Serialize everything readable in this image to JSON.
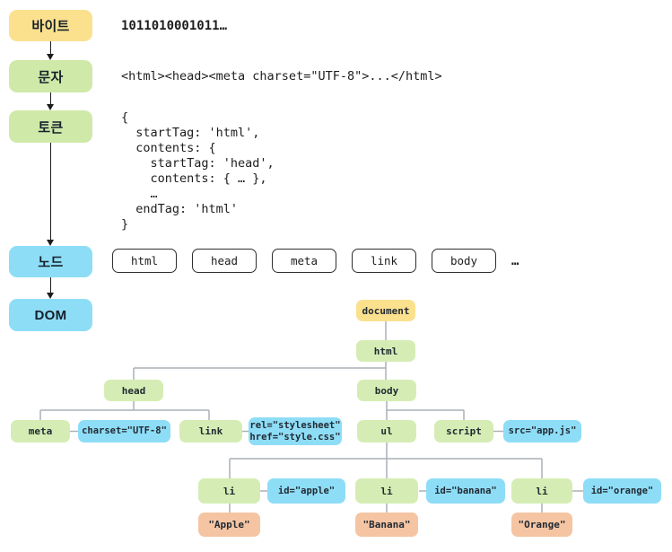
{
  "colors": {
    "stage_yellow": "#fbe18e",
    "stage_green": "#cfe9a9",
    "stage_blue": "#8eddf6",
    "tree_green": "#d5edb4",
    "tree_orange": "#f5c5a3",
    "connector_gray": "#aab1b7",
    "arrow_black": "#1c1c1c"
  },
  "pipeline": {
    "stage_bytes_label": "바이트",
    "stage_chars_label": "문자",
    "stage_tokens_label": "토큰",
    "stage_nodes_label": "노드",
    "stage_dom_label": "DOM",
    "bytes_value": "1011010001011…",
    "chars_value": "<html><head><meta charset=\"UTF-8\">...</html>",
    "tokens_value": "{\n  startTag: 'html',\n  contents: {\n    startTag: 'head',\n    contents: { … },\n    …\n  endTag: 'html'\n}",
    "node_items": [
      "html",
      "head",
      "meta",
      "link",
      "body"
    ],
    "node_more": "…"
  },
  "tree": {
    "document": {
      "label": "document"
    },
    "html": {
      "label": "html"
    },
    "head": {
      "label": "head"
    },
    "body": {
      "label": "body"
    },
    "meta": {
      "label": "meta",
      "attr": "charset=\"UTF-8\""
    },
    "link": {
      "label": "link",
      "attr": "rel=\"stylesheet\"\nhref=\"style.css\""
    },
    "ul": {
      "label": "ul"
    },
    "script": {
      "label": "script",
      "attr": "src=\"app.js\""
    },
    "li_items": [
      {
        "label": "li",
        "attr": "id=\"apple\"",
        "text": "\"Apple\""
      },
      {
        "label": "li",
        "attr": "id=\"banana\"",
        "text": "\"Banana\""
      },
      {
        "label": "li",
        "attr": "id=\"orange\"",
        "text": "\"Orange\""
      }
    ]
  }
}
